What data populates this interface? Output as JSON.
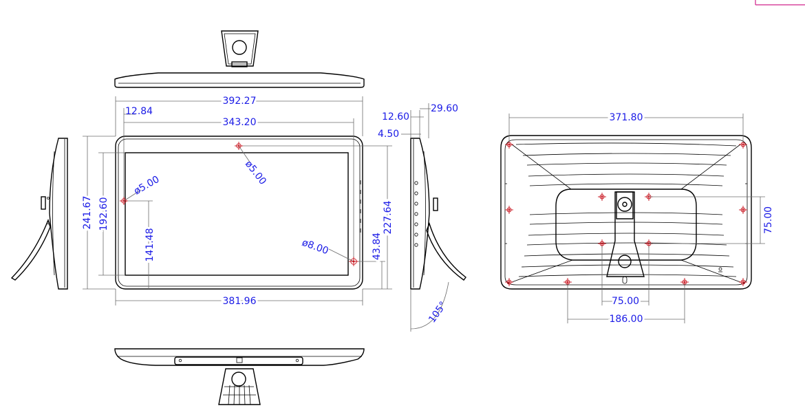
{
  "views": {
    "front": {
      "overall_width": "392.27",
      "edge_offset": "12.84",
      "hole_spacing": "343.20",
      "bottom_width": "381.96",
      "overall_height": "241.67",
      "active_height": "192.60",
      "hole_height": "141.48",
      "right_height": "227.64",
      "hole_from_bottom": "43.84",
      "hole_top_diameter": "ø5.00",
      "hole_left_diameter": "ø5.00",
      "hole_right_diameter": "ø8.00"
    },
    "side": {
      "front_offset": "12.60",
      "depth": "29.60",
      "bezel": "4.50",
      "tilt_angle": "105°"
    },
    "rear": {
      "top_hole_span": "371.80",
      "vesa_height": "75.00",
      "vesa_width": "75.00",
      "bottom_hole_span": "186.00"
    }
  },
  "colors": {
    "dimension_text": "#1a1ae6",
    "mounting_hole": "#c8141e",
    "outline": "#000000"
  }
}
